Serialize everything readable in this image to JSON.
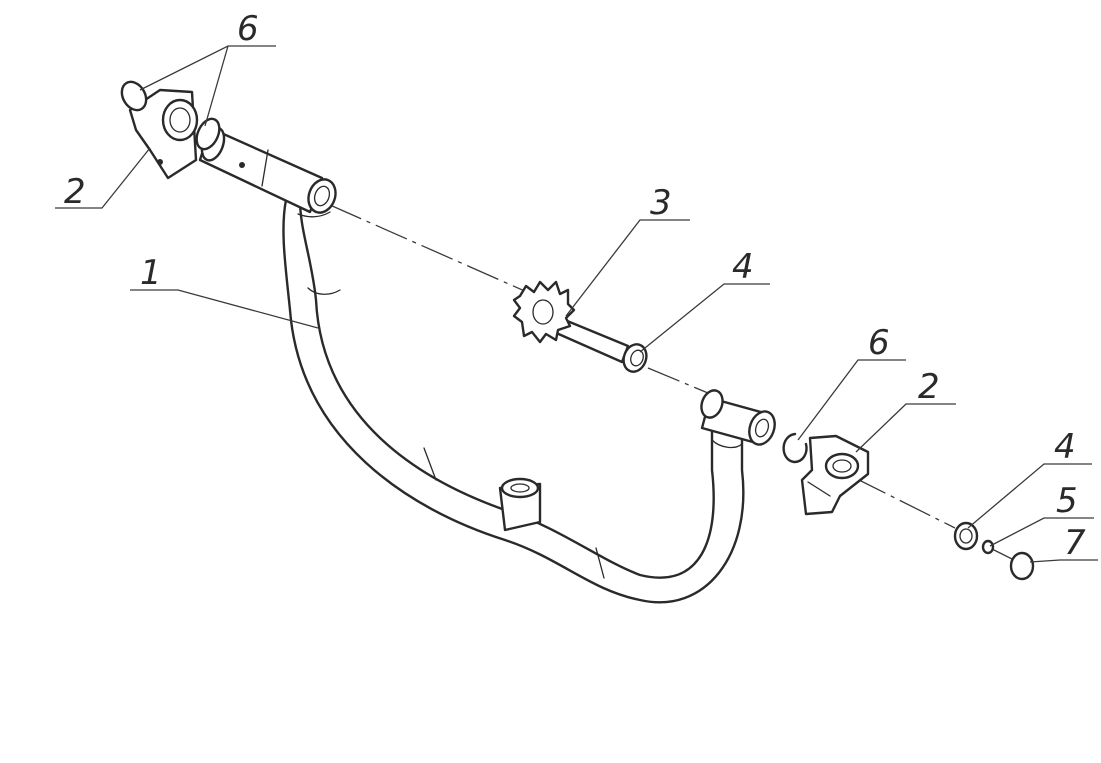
{
  "diagram": {
    "callouts": [
      {
        "id": "c-6a",
        "text": "6"
      },
      {
        "id": "c-2a",
        "text": "2"
      },
      {
        "id": "c-1",
        "text": "1"
      },
      {
        "id": "c-3",
        "text": "3"
      },
      {
        "id": "c-4a",
        "text": "4"
      },
      {
        "id": "c-6b",
        "text": "6"
      },
      {
        "id": "c-2b",
        "text": "2"
      },
      {
        "id": "c-4b",
        "text": "4"
      },
      {
        "id": "c-5",
        "text": "5"
      },
      {
        "id": "c-7",
        "text": "7"
      }
    ]
  }
}
